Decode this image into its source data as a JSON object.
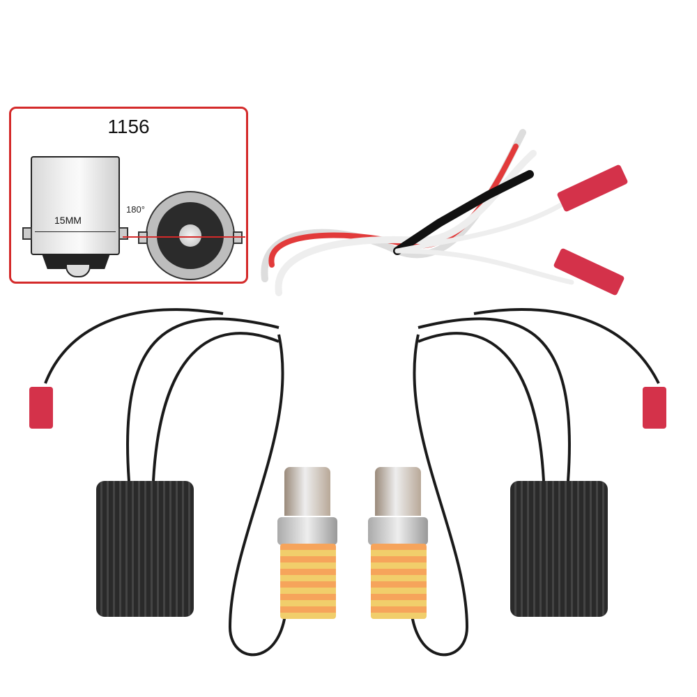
{
  "image": {
    "description": "Product photo of 1156 LED turn signal bulb kit with load resistor modules and wiring harness",
    "inset": {
      "title": "1156",
      "dimension_label": "15MM",
      "angle_label": "180°",
      "border_color": "#d42a2a"
    },
    "components": [
      {
        "name": "wiring-harness",
        "colors": [
          "#ffffff",
          "#e23a3a",
          "#111111"
        ]
      },
      {
        "name": "decoder-module-left"
      },
      {
        "name": "decoder-module-right"
      },
      {
        "name": "led-bulb-left"
      },
      {
        "name": "led-bulb-right"
      }
    ]
  }
}
